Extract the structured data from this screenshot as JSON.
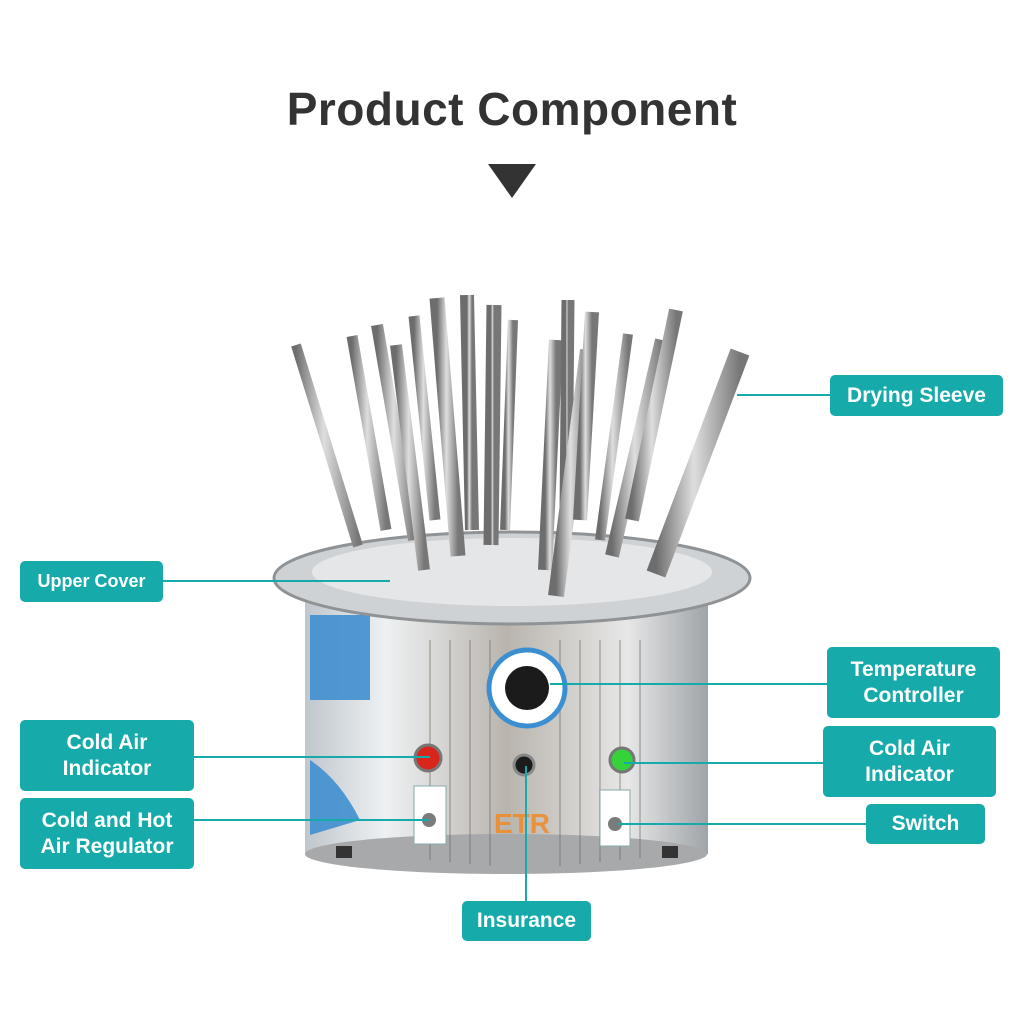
{
  "title": "Product Component",
  "colors": {
    "accent": "#17aaaa",
    "title": "#333333",
    "leader_line": "#17aaaa"
  },
  "callouts": {
    "drying_sleeve": {
      "text": "Drying Sleeve"
    },
    "upper_cover": {
      "text": "Upper Cover"
    },
    "temperature_controller": {
      "line1": "Temperature",
      "line2": "Controller"
    },
    "cold_air_indicator_left": {
      "line1": "Cold Air",
      "line2": "Indicator"
    },
    "cold_air_indicator_right": {
      "line1": "Cold Air",
      "line2": "Indicator"
    },
    "cold_hot_air_regulator": {
      "line1": "Cold and Hot",
      "line2": "Air Regulator"
    },
    "switch": {
      "text": "Switch"
    },
    "insurance": {
      "text": "Insurance"
    }
  },
  "device": {
    "logo": "ETR",
    "icons": [
      "drying-rack-device-image"
    ]
  }
}
